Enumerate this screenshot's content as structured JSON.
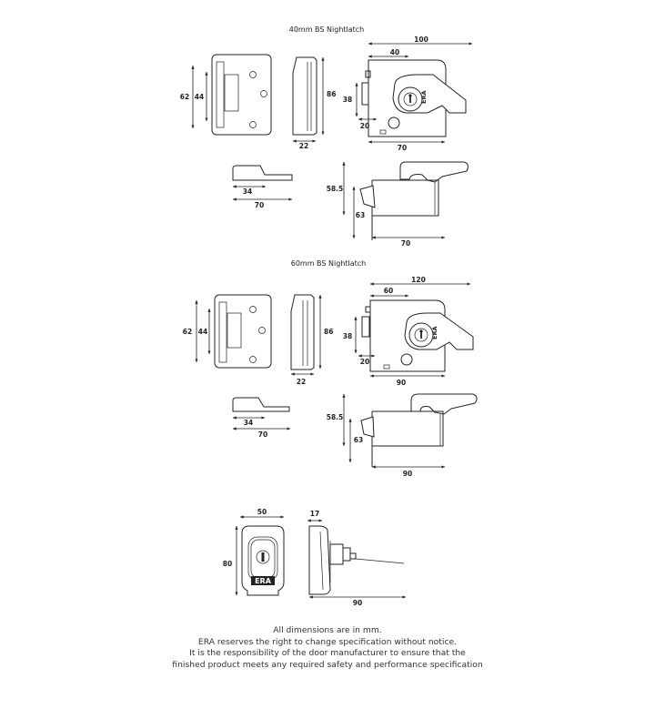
{
  "sections": [
    {
      "title": "40mm BS Nightlatch",
      "dims": {
        "overall_width": "100",
        "body_depth": "40",
        "height_62": "62",
        "height_44": "44",
        "staple_height": "86",
        "staple_depth": "22",
        "lock_height": "38",
        "backset": "20",
        "case_width": "70",
        "handle_depth": "34",
        "handle_length": "70",
        "side_total_height": "58.5",
        "side_body_height": "63",
        "side_width": "70"
      }
    },
    {
      "title": "60mm BS Nightlatch",
      "dims": {
        "overall_width": "120",
        "body_depth": "60",
        "height_62": "62",
        "height_44": "44",
        "staple_height": "86",
        "staple_depth": "22",
        "lock_height": "38",
        "backset": "20",
        "case_width": "90",
        "handle_depth": "34",
        "handle_length": "70",
        "side_total_height": "58.5",
        "side_body_height": "63",
        "side_width": "90"
      }
    }
  ],
  "cylinder": {
    "width": "50",
    "height": "80",
    "depth": "17",
    "length": "90",
    "logo": "ERA"
  },
  "notes": [
    "All dimensions are in mm.",
    "ERA reserves the right to change specification without notice.",
    "It is the responsibility of the door manufacturer to ensure that the",
    "finished product meets any required safety and performance specification"
  ]
}
